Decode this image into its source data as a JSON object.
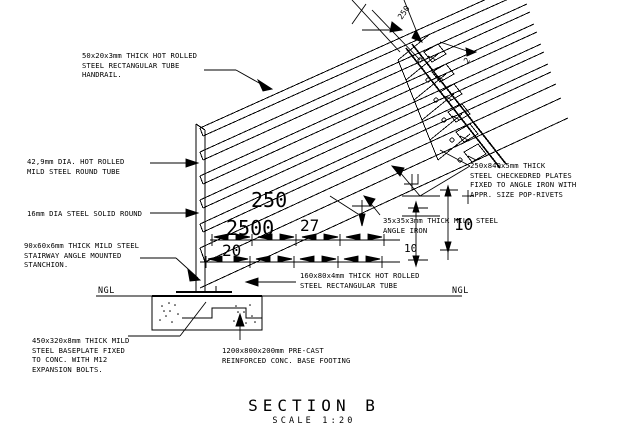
{
  "drawing": {
    "title": "SECTION B",
    "subtitle": "SCALE 1:20",
    "type": "CAD technical section drawing",
    "line_color": "#000000",
    "background_color": "#ffffff"
  },
  "annotations": {
    "handrail": {
      "line1": "50x20x3mm THICK HOT ROLLED",
      "line2": "STEEL RECTANGULAR TUBE",
      "line3": "HANDRAIL."
    },
    "round_tube": {
      "line1": "42,9mm DIA. HOT ROLLED",
      "line2": "MILD STEEL ROUND TUBE"
    },
    "solid_round": {
      "line1": "16mm DIA STEEL SOLID ROUND"
    },
    "stanchion": {
      "line1": "90x60x6mm THICK MILD STEEL",
      "line2": "STAIRWAY ANGLE MOUNTED",
      "line3": "STANCHION."
    },
    "baseplate": {
      "line1": "450x320x8mm THICK MILD",
      "line2": "STEEL BASEPLATE FIXED",
      "line3": "TO CONC. WITH M12",
      "line4": "EXPANSION BOLTS."
    },
    "footing": {
      "line1": "1200x800x200mm PRE-CAST",
      "line2": "REINFORCED CONC. BASE FOOTING"
    },
    "checker_plates": {
      "line1": "250x840x5mm THICK",
      "line2": "STEEL CHECKEDRED PLATES",
      "line3": "FIXED TO ANGLE IRON WITH",
      "line4": "APPR. SIZE POP-RIVETS"
    },
    "angle_iron": {
      "line1": "35x35x3mm THICK MILD STEEL",
      "line2": "ANGLE IRON"
    },
    "stringer": {
      "line1": "160x80x4mm THICK HOT ROLLED",
      "line2": "STEEL RECTANGULAR TUBE"
    },
    "ngl_left": "NGL",
    "ngl_right": "NGL"
  },
  "dimensions": {
    "d250": "250",
    "d2500": "2500",
    "d27": "27",
    "d20": "20",
    "d250_rot": "250",
    "d10_a": "10",
    "d10_b": "10",
    "d2": "2"
  }
}
